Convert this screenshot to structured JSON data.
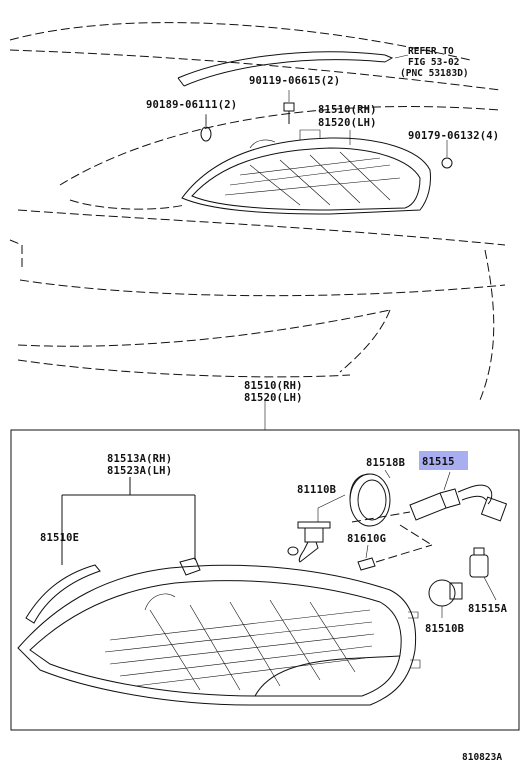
{
  "labels": {
    "refer_1": "REFER TO",
    "refer_2": "FIG 53-02",
    "refer_3": "(PNC 53183D)",
    "p_90119": "90119-06615(2)",
    "p_90189": "90189-06111(2)",
    "p_81510_rh_top": "81510(RH)",
    "p_81520_lh_top": "81520(LH)",
    "p_90179": "90179-06132(4)",
    "p_81510_rh_mid": "81510(RH)",
    "p_81520_lh_mid": "81520(LH)",
    "p_81513a": "81513A(RH)",
    "p_81523a": "81523A(LH)",
    "p_81518b": "81518B",
    "p_81515": "81515",
    "p_81110b": "81110B",
    "p_81510e": "81510E",
    "p_81610g": "81610G",
    "p_81515a": "81515A",
    "p_81510b": "81510B",
    "figure_id": "810823A"
  },
  "colors": {
    "highlight": "#a9aef0",
    "ink": "#111111"
  }
}
